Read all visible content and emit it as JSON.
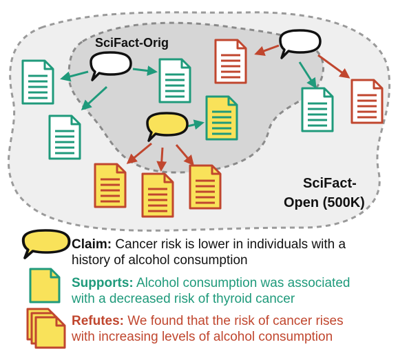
{
  "diagram": {
    "region_orig_label": "SciFact-Orig",
    "region_open_label_line1": "SciFact-",
    "region_open_label_line2": "Open (500K)"
  },
  "legend": {
    "claim": {
      "label": "Claim:",
      "text_line1": "Cancer risk is lower in individuals with a",
      "text_line2": "history of alcohol consumption"
    },
    "supports": {
      "label": "Supports:",
      "text_line1": "Alcohol consumption was associated",
      "text_line2": "with a decreased risk of thyroid cancer"
    },
    "refutes": {
      "label": "Refutes:",
      "text_line1": "We found that the risk of cancer rises",
      "text_line2": "with increasing levels of alcohol consumption"
    }
  },
  "colors": {
    "supports": "#1f9a7b",
    "refutes": "#c0462e",
    "claim_fill": "#f9e25a",
    "inner_region": "#d6d6d6",
    "outer_region": "#efefef"
  }
}
